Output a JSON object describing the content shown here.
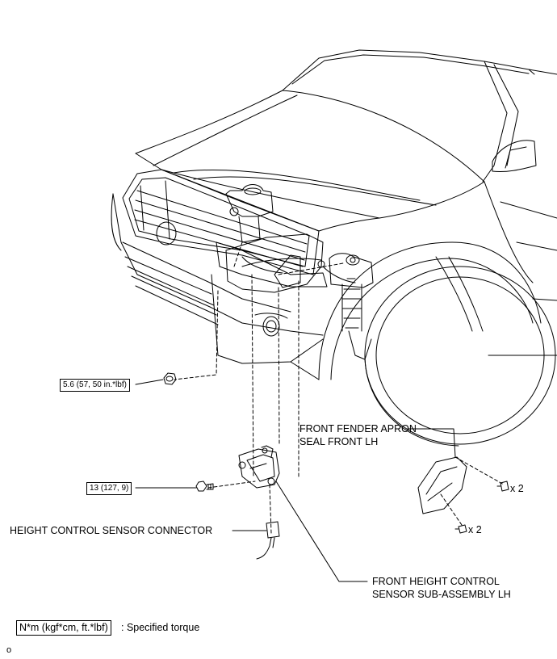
{
  "torques": {
    "bracket_nut": "5.6 (57, 50 in.*lbf)",
    "sensor_bolt": "13 (127, 9)"
  },
  "labels": {
    "apron_seal_line1": "FRONT FENDER APRON",
    "apron_seal_line2": "SEAL FRONT LH",
    "clip_count_upper": "x 2",
    "clip_count_lower": "x 2",
    "connector": "HEIGHT CONTROL SENSOR CONNECTOR",
    "sensor_line1": "FRONT HEIGHT CONTROL",
    "sensor_line2": "SENSOR SUB-ASSEMBLY LH"
  },
  "legend": {
    "unit_box": "N*m (kgf*cm, ft.*lbf)",
    "text": ": Specified torque"
  },
  "figure_code": "o"
}
